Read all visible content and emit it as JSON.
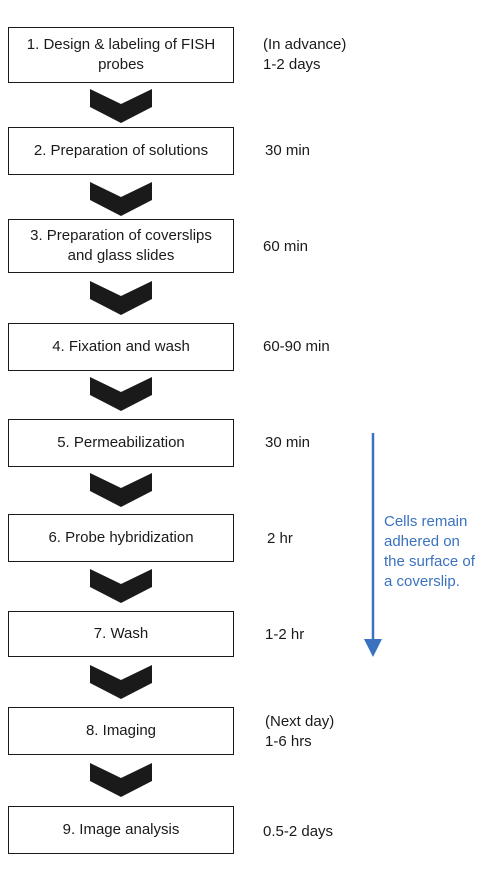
{
  "steps": [
    {
      "label": "1. Design & labeling of FISH\nprobes",
      "time": "(In advance)\n1-2 days"
    },
    {
      "label": "2. Preparation of solutions",
      "time": "30 min"
    },
    {
      "label": "3. Preparation of coverslips\nand glass slides",
      "time": "60 min"
    },
    {
      "label": "4. Fixation and wash",
      "time": "60-90 min"
    },
    {
      "label": "5. Permeabilization",
      "time": "30 min"
    },
    {
      "label": "6. Probe hybridization",
      "time": "2 hr"
    },
    {
      "label": "7. Wash",
      "time": "1-2 hr"
    },
    {
      "label": "8. Imaging",
      "time": "(Next day)\n1-6 hrs"
    },
    {
      "label": "9. Image analysis",
      "time": "0.5-2 days"
    }
  ],
  "note": "Cells remain\nadhered on\nthe surface of\na coverslip.",
  "colors": {
    "box_border": "#1a1a1a",
    "chevron": "#1a1a1a",
    "note_arrow": "#3a72c0"
  }
}
